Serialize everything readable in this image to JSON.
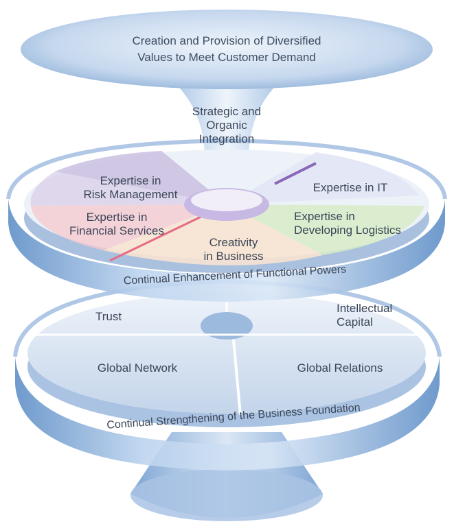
{
  "top": {
    "line1": "Creation and Provision of Diversified",
    "line2": "Values to Meet Customer Demand"
  },
  "stem": {
    "line1": "Strategic and",
    "line2": "Organic",
    "line3": "Integration"
  },
  "middle_disc": {
    "risk": {
      "line1": "Expertise in",
      "line2": "Risk Management"
    },
    "it": {
      "line1": "Expertise in IT"
    },
    "financial": {
      "line1": "Expertise in",
      "line2": "Financial Services"
    },
    "logistics": {
      "line1": "Expertise in",
      "line2": "Developing Logistics"
    },
    "creativity": {
      "line1": "Creativity",
      "line2": "in Business"
    },
    "ring_label": "Continual Enhancement of Functional Powers"
  },
  "bottom_disc": {
    "trust": {
      "line1": "Trust"
    },
    "capital": {
      "line1": "Intellectual",
      "line2": "Capital"
    },
    "network": {
      "line1": "Global Network"
    },
    "relations": {
      "line1": "Global Relations"
    },
    "ring_label": "Continual Strengthening of the Business Foundation"
  },
  "colors": {
    "risk": "#c9c0e0",
    "it": "#e4e8f6",
    "financial": "#f4c9d0",
    "logistics": "#d7ecc7",
    "creativity": "#f7e3d2",
    "ring": "#7fa8d6",
    "disc": "#dbe6f3"
  }
}
